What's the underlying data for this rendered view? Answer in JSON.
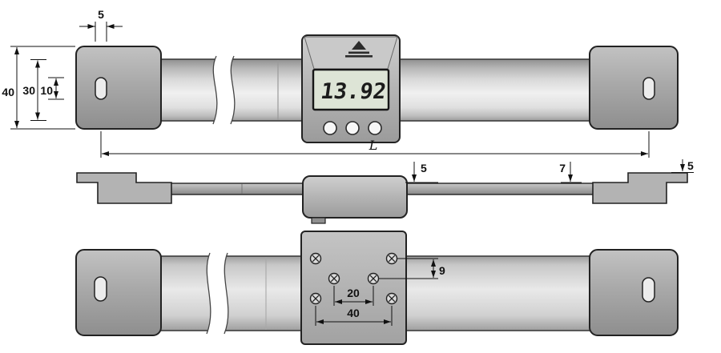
{
  "drawing": {
    "lcd_value": "13.92",
    "colors": {
      "lcd": "#dde4d6"
    },
    "dims": {
      "slot_width": "5",
      "overall_height": "40",
      "beam_height": "30",
      "slot_height": "10",
      "length_label": "L",
      "beam_thickness": "5",
      "head_thickness": "7",
      "bracket_thickness": "5",
      "inner_screw_spacing": "20",
      "outer_screw_spacing": "40",
      "screw_row_offset": "9"
    }
  }
}
